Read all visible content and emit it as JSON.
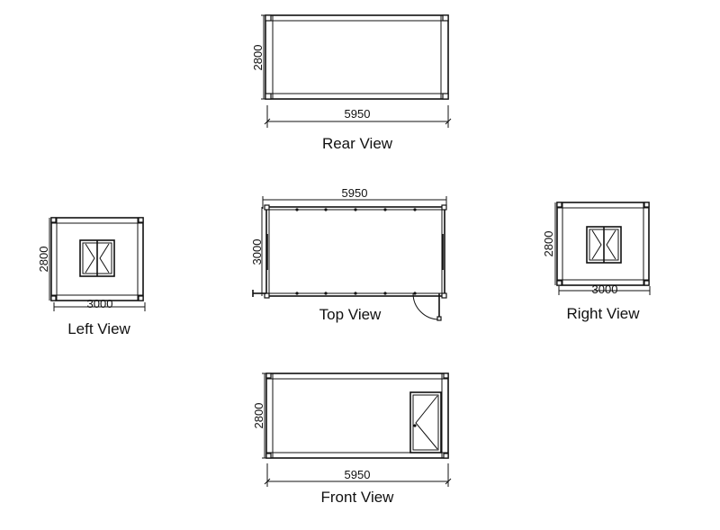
{
  "views": {
    "rear": {
      "title": "Rear View",
      "width_label": "5950",
      "height_label": "2800"
    },
    "top": {
      "title": "Top View",
      "width_label": "5950",
      "height_label": "3000"
    },
    "left": {
      "title": "Left View",
      "width_label": "3000",
      "height_label": "2800"
    },
    "right": {
      "title": "Right View",
      "width_label": "3000",
      "height_label": "2800"
    },
    "front": {
      "title": "Front View",
      "width_label": "5950",
      "height_label": "2800"
    }
  }
}
